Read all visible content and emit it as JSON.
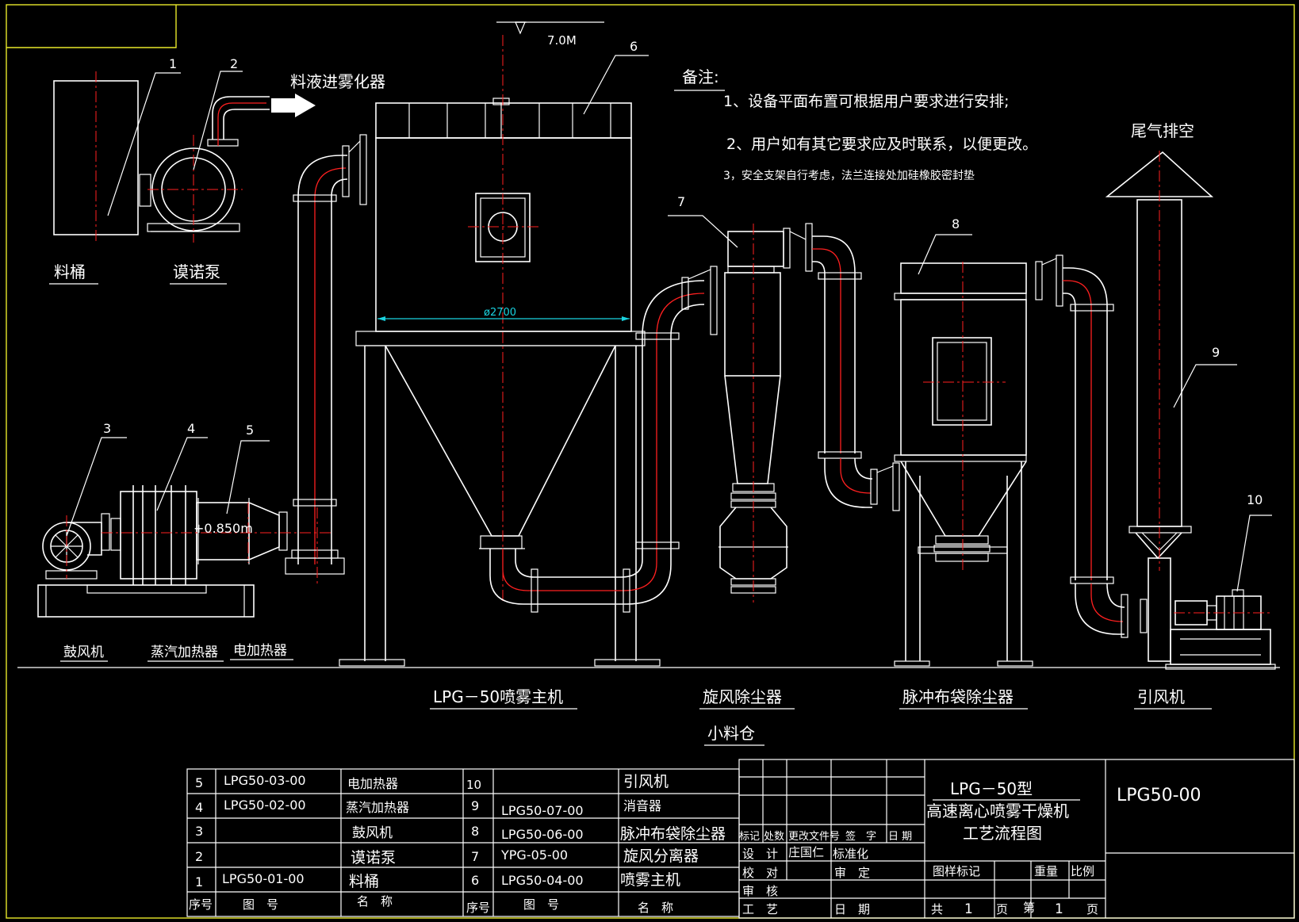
{
  "colors": {
    "background": "#000000",
    "line": "#ffffff",
    "centerline": "#ff2020",
    "frame": "#e8e82a",
    "dimension": "#19d3e0"
  },
  "callouts": [
    "1",
    "2",
    "3",
    "4",
    "5",
    "6",
    "7",
    "8",
    "9",
    "10"
  ],
  "labels": {
    "feed_to_atomizer": "料液进雾化器",
    "exhaust_vent": "尾气排空",
    "height_mark": "7.0M",
    "elevation_mark": "+0.850m",
    "diameter": "ø2700",
    "material_bucket": "料桶",
    "mono_pump": "谟诺泵",
    "blower": "鼓风机",
    "steam_heater": "蒸汽加热器",
    "electric_heater": "电加热器",
    "spray_main": "LPG－50喷雾主机",
    "cyclone": "旋风除尘器",
    "small_bin": "小料仓",
    "bag_filter": "脉冲布袋除尘器",
    "induced_fan": "引风机"
  },
  "notes": {
    "heading": "备注:",
    "lines": [
      "1、设备平面布置可根据用户要求进行安排;",
      "2、用户如有其它要求应及时联系，以便更改。",
      "3，安全支架自行考虑，法兰连接处加硅橡胶密封垫"
    ]
  },
  "bom": {
    "left_rows": [
      {
        "no": "5",
        "code": "LPG50-03-00",
        "name": "电加热器"
      },
      {
        "no": "4",
        "code": "LPG50-02-00",
        "name": "蒸汽加热器"
      },
      {
        "no": "3",
        "code": "",
        "name": "鼓风机"
      },
      {
        "no": "2",
        "code": "",
        "name": "谟诺泵"
      },
      {
        "no": "1",
        "code": "LPG50-01-00",
        "name": "料桶"
      }
    ],
    "right_rows": [
      {
        "no": "10",
        "code": "",
        "name": "引风机"
      },
      {
        "no": "9",
        "code": "LPG50-07-00",
        "name": "消音器"
      },
      {
        "no": "8",
        "code": "LPG50-06-00",
        "name": "脉冲布袋除尘器"
      },
      {
        "no": "7",
        "code": "YPG-05-00",
        "name": "旋风分离器"
      },
      {
        "no": "6",
        "code": "LPG50-04-00",
        "name": "喷雾主机"
      }
    ],
    "headers": {
      "no": "序号",
      "code": "图　号",
      "name": "名　称"
    }
  },
  "title_block": {
    "model": "LPG－50型",
    "title_line1": "高速离心喷雾干燥机",
    "title_line2": "工艺流程图",
    "drawing_no": "LPG50-00",
    "rev_headers": [
      "标记",
      "处数",
      "更改文件号",
      "签　字",
      "日 期"
    ],
    "design": "设　计",
    "designer": "庄国仁",
    "standardize": "标准化",
    "check": "校　对",
    "review": "审　定",
    "audit": "审　核",
    "process": "工　艺",
    "date": "日　期",
    "sample_mark": "图样标记",
    "weight": "重量",
    "scale": "比例",
    "total": "共",
    "total_pages": "1",
    "page": "页",
    "sheet": "第",
    "sheet_no": "1"
  }
}
